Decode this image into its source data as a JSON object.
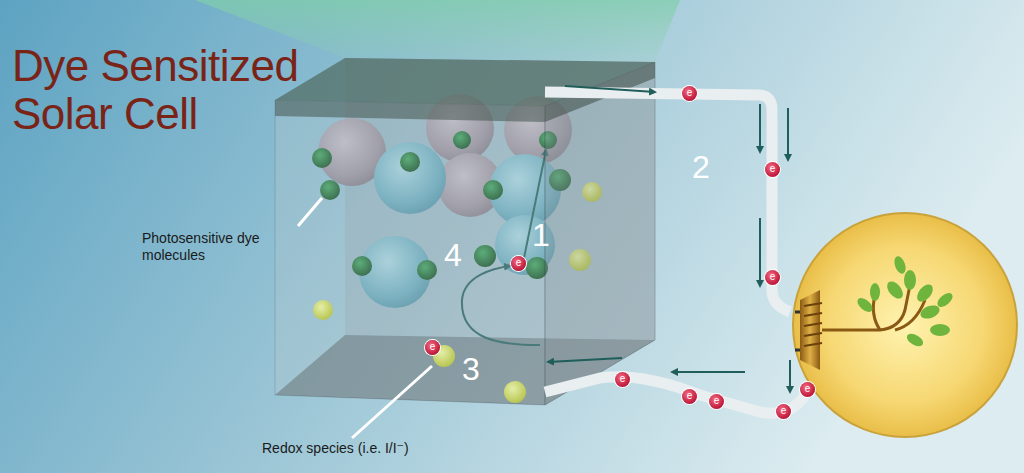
{
  "diagram": {
    "title": "Dye Sensitized Solar Cell",
    "labels": [
      "Photosensitive dye molecules",
      "Redox species (i.e. I/I⁻)",
      "1",
      "2",
      "3",
      "4",
      "e",
      "e",
      "e",
      "e",
      "e",
      "e",
      "e",
      "e",
      "e",
      "e"
    ]
  }
}
